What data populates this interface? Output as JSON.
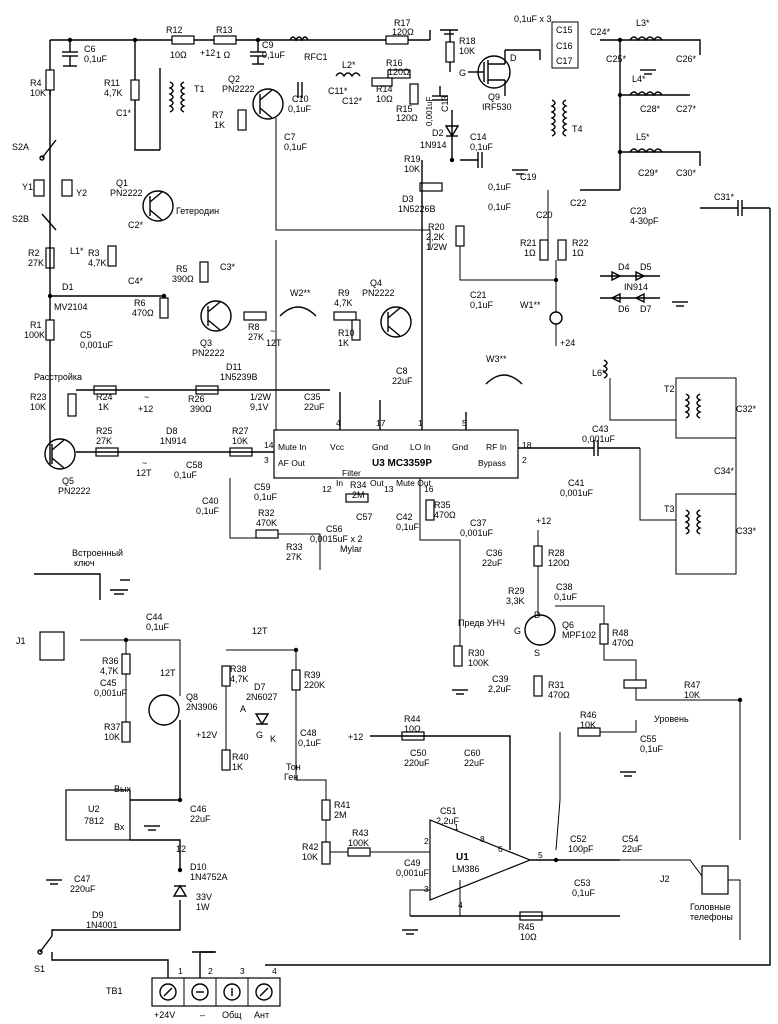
{
  "labels": {
    "c6": [
      "C6",
      "0,1uF"
    ],
    "r12": [
      "R12",
      "10Ω"
    ],
    "r13": [
      "R13",
      "1 Ω"
    ],
    "c9": [
      "C9",
      "0,1uF"
    ],
    "rfc1": "RFC1",
    "r17": [
      "R17",
      "120Ω"
    ],
    "r18": [
      "R18",
      "10K"
    ],
    "c15": "C15",
    "c16": "C16",
    "c17": "C17",
    "c_x3": "0,1uF x 3",
    "c24": "C24*",
    "c25": "C25*",
    "c26": "C26*",
    "l3": "L3*",
    "l4": "L4*",
    "l5": "L5*",
    "c27": "C27*",
    "c28": "C28*",
    "c29": "C29*",
    "c30": "C30*",
    "c31": "C31*",
    "r4": [
      "R4",
      "10K"
    ],
    "r11": [
      "R11",
      "4,7K"
    ],
    "c1": "C1*",
    "t1": "T1",
    "plus12": "+12",
    "q2": [
      "Q2",
      "PN2222"
    ],
    "r7": [
      "R7",
      "1K"
    ],
    "c10": [
      "C10",
      "0,1uF"
    ],
    "l2": "L2*",
    "c11": "C11*",
    "c12": "C12*",
    "r14": [
      "R14",
      "10Ω"
    ],
    "r16": [
      "R16",
      "120Ω"
    ],
    "r15": [
      "R15",
      "120Ω"
    ],
    "c13": "C13",
    "c13v": "0,001uF",
    "q9": [
      "Q9",
      "IRF530"
    ],
    "g": "G",
    "d": "D",
    "s": "S",
    "t4": "T4",
    "d2": [
      "D2",
      "1N914"
    ],
    "c14": [
      "C14",
      "0,1uF"
    ],
    "c7": [
      "C7",
      "0,1uF"
    ],
    "s2a": "S2A",
    "s2b": "S2B",
    "y1": "Y1",
    "y2": "Y2",
    "q1": [
      "Q1",
      "PN2222"
    ],
    "geterodin": "Гетеродин",
    "r19": [
      "R19",
      "10K"
    ],
    "d3": [
      "D3",
      "1N5226B"
    ],
    "c19": [
      "C19",
      "0,1uF"
    ],
    "c20": [
      "C20",
      "0,1uF"
    ],
    "c22": "C22",
    "c23": [
      "C23",
      "4-30pF"
    ],
    "r20": [
      "R20",
      "2,2K",
      "1/2W"
    ],
    "r21": [
      "R21",
      "1Ω"
    ],
    "r22": [
      "R22",
      "1Ω"
    ],
    "c2": "C2*",
    "r2": [
      "R2",
      "27K"
    ],
    "l1": "L1*",
    "r3": [
      "R3",
      "4,7K"
    ],
    "r5": [
      "R5",
      "390Ω"
    ],
    "c3": "C3*",
    "c4": "C4*",
    "d1": [
      "D1",
      "MV2104"
    ],
    "r6": [
      "R6",
      "470Ω"
    ],
    "w2": "W2**",
    "r9": [
      "R9",
      "4,7K"
    ],
    "q4": [
      "Q4",
      "PN2222"
    ],
    "c21": [
      "C21",
      "0,1uF"
    ],
    "w1": "W1**",
    "plus24": "+24",
    "d4": "D4",
    "d5": "D5",
    "d6": "D6",
    "d7": "D7",
    "in914": "IN914",
    "r1": [
      "R1",
      "100K"
    ],
    "r8": [
      "R8",
      "27K"
    ],
    "t12": "12T",
    "q3": [
      "Q3",
      "PN2222"
    ],
    "r10": [
      "R10",
      "1K"
    ],
    "c5": [
      "C5",
      "0,001uF"
    ],
    "c8": [
      "C8",
      "22uF"
    ],
    "l6": "L6*",
    "rastroika": "Расстройка",
    "d11": [
      "D11",
      "1N5239B"
    ],
    "r23": [
      "R23",
      "10K"
    ],
    "r24": [
      "R24",
      "1K"
    ],
    "r26": [
      "R26",
      "390Ω"
    ],
    "z_rating": [
      "1/2W",
      "9,1V"
    ],
    "c35": [
      "C35",
      "22uF"
    ],
    "w3": "W3**",
    "t2": "T2",
    "c32": "C32*",
    "r25": [
      "R25",
      "27K"
    ],
    "d8": [
      "D8",
      "1N914"
    ],
    "r27": [
      "R27",
      "10K"
    ],
    "u3_pins": {
      "mute_in": "Mute In",
      "vcc": "Vcc",
      "gnd1": "Gnd",
      "lo_in": "LO In",
      "gnd2": "Gnd",
      "rf_in": "RF In",
      "af_out": "AF Out",
      "u3": "U3  MC3359P",
      "bypass": "Bypass",
      "filter": "Filter",
      "f_in": "In",
      "f_out": "Out",
      "mute_out": "Mute Out",
      "n4": "4",
      "n17": "17",
      "n1": "1",
      "n5": "5",
      "n14": "14",
      "n3": "3",
      "n18": "18",
      "n2": "2",
      "n12": "12",
      "n13": "13",
      "n16": "16"
    },
    "c43": [
      "C43",
      "0,001uF"
    ],
    "c41": [
      "C41",
      "0,001uF"
    ],
    "c34": "C34*",
    "q5": [
      "Q5",
      "PN2222"
    ],
    "c58": [
      "C58",
      "0,1uF"
    ],
    "c59": [
      "C59",
      "0,1uF"
    ],
    "c40": [
      "C40",
      "0,1uF"
    ],
    "r34": [
      "R34",
      "2M"
    ],
    "r35": [
      "R35",
      "470Ω"
    ],
    "r32": [
      "R32",
      "470K"
    ],
    "c56": [
      "C56",
      "0,0015uF x 2"
    ],
    "c57": "C57",
    "mylar": "Mylar",
    "c42": [
      "C42",
      "0,1uF"
    ],
    "c37": [
      "C37",
      "0,001uF"
    ],
    "t3": "T3",
    "c33": "C33*",
    "r33": [
      "R33",
      "27K"
    ],
    "vstroen": [
      "Встроенный",
      "ключ"
    ],
    "c36": [
      "C36",
      "22uF"
    ],
    "r28": [
      "R28",
      "120Ω"
    ],
    "r29": [
      "R29",
      "3,3K"
    ],
    "c38": [
      "C38",
      "0,1uF"
    ],
    "c44": [
      "C44",
      "0,1uF"
    ],
    "pred_unch": "Предв УНЧ",
    "q6": [
      "Q6",
      "MPF102"
    ],
    "r48": [
      "R48",
      "470Ω"
    ],
    "j1": "J1",
    "r36": [
      "R36",
      "4,7K"
    ],
    "q8": [
      "Q8",
      "2N3906"
    ],
    "r38": [
      "R38",
      "4,7K"
    ],
    "d7b": [
      "D7",
      "2N6027"
    ],
    "r39": [
      "R39",
      "220K"
    ],
    "a": "A",
    "k": "K",
    "c45": [
      "C45",
      "0,001uF"
    ],
    "r37": [
      "R37",
      "10K"
    ],
    "plus12v": "+12V",
    "r40": [
      "R40",
      "1K"
    ],
    "c48": [
      "C48",
      "0,1uF"
    ],
    "ton_gen": [
      "Тон",
      "Ген"
    ],
    "r30": [
      "R30",
      "100K"
    ],
    "c39": [
      "C39",
      "2,2uF"
    ],
    "r31": [
      "R31",
      "470Ω"
    ],
    "r47": [
      "R47",
      "10K"
    ],
    "uroven": "Уровень",
    "r46": [
      "R46",
      "10K"
    ],
    "c55": [
      "C55",
      "0,1uF"
    ],
    "r44": [
      "R44",
      "10Ω"
    ],
    "c50": [
      "C50",
      "220uF"
    ],
    "c60": [
      "C60",
      "22uF"
    ],
    "u2": [
      "U2",
      "7812"
    ],
    "vyh": "Вых",
    "vh": "Вх",
    "c46": [
      "C46",
      "22uF"
    ],
    "r41": [
      "R41",
      "2M"
    ],
    "c51": [
      "C51",
      "2,2uF"
    ],
    "c52": [
      "C52",
      "100pF"
    ],
    "c54": [
      "C54",
      "22uF"
    ],
    "j2": "J2",
    "r42": [
      "R42",
      "10K"
    ],
    "r43": [
      "R43",
      "100K"
    ],
    "c49": [
      "C49",
      "0,001uF"
    ],
    "u1": [
      "U1",
      "LM386"
    ],
    "c53": [
      "C53",
      "0,1uF"
    ],
    "golovnye": [
      "Головные",
      "телефоны"
    ],
    "c47": [
      "C47",
      "220uF"
    ],
    "d10": [
      "D10",
      "1N4752A",
      "33V",
      "1W"
    ],
    "d9": [
      "D9",
      "1N4001"
    ],
    "r45": [
      "R45",
      "10Ω"
    ],
    "s1": "S1",
    "tb1": "TB1",
    "tb_pins": [
      "1",
      "2",
      "3",
      "4"
    ],
    "tb_names": [
      "+24V",
      "–",
      "Общ",
      "Ант"
    ],
    "u1_pins": [
      "1",
      "8",
      "2",
      "3",
      "4",
      "6",
      "5"
    ],
    "n12": "12",
    "n12t": "12T",
    "tilde": "~",
    "plus12_2": "+12"
  }
}
